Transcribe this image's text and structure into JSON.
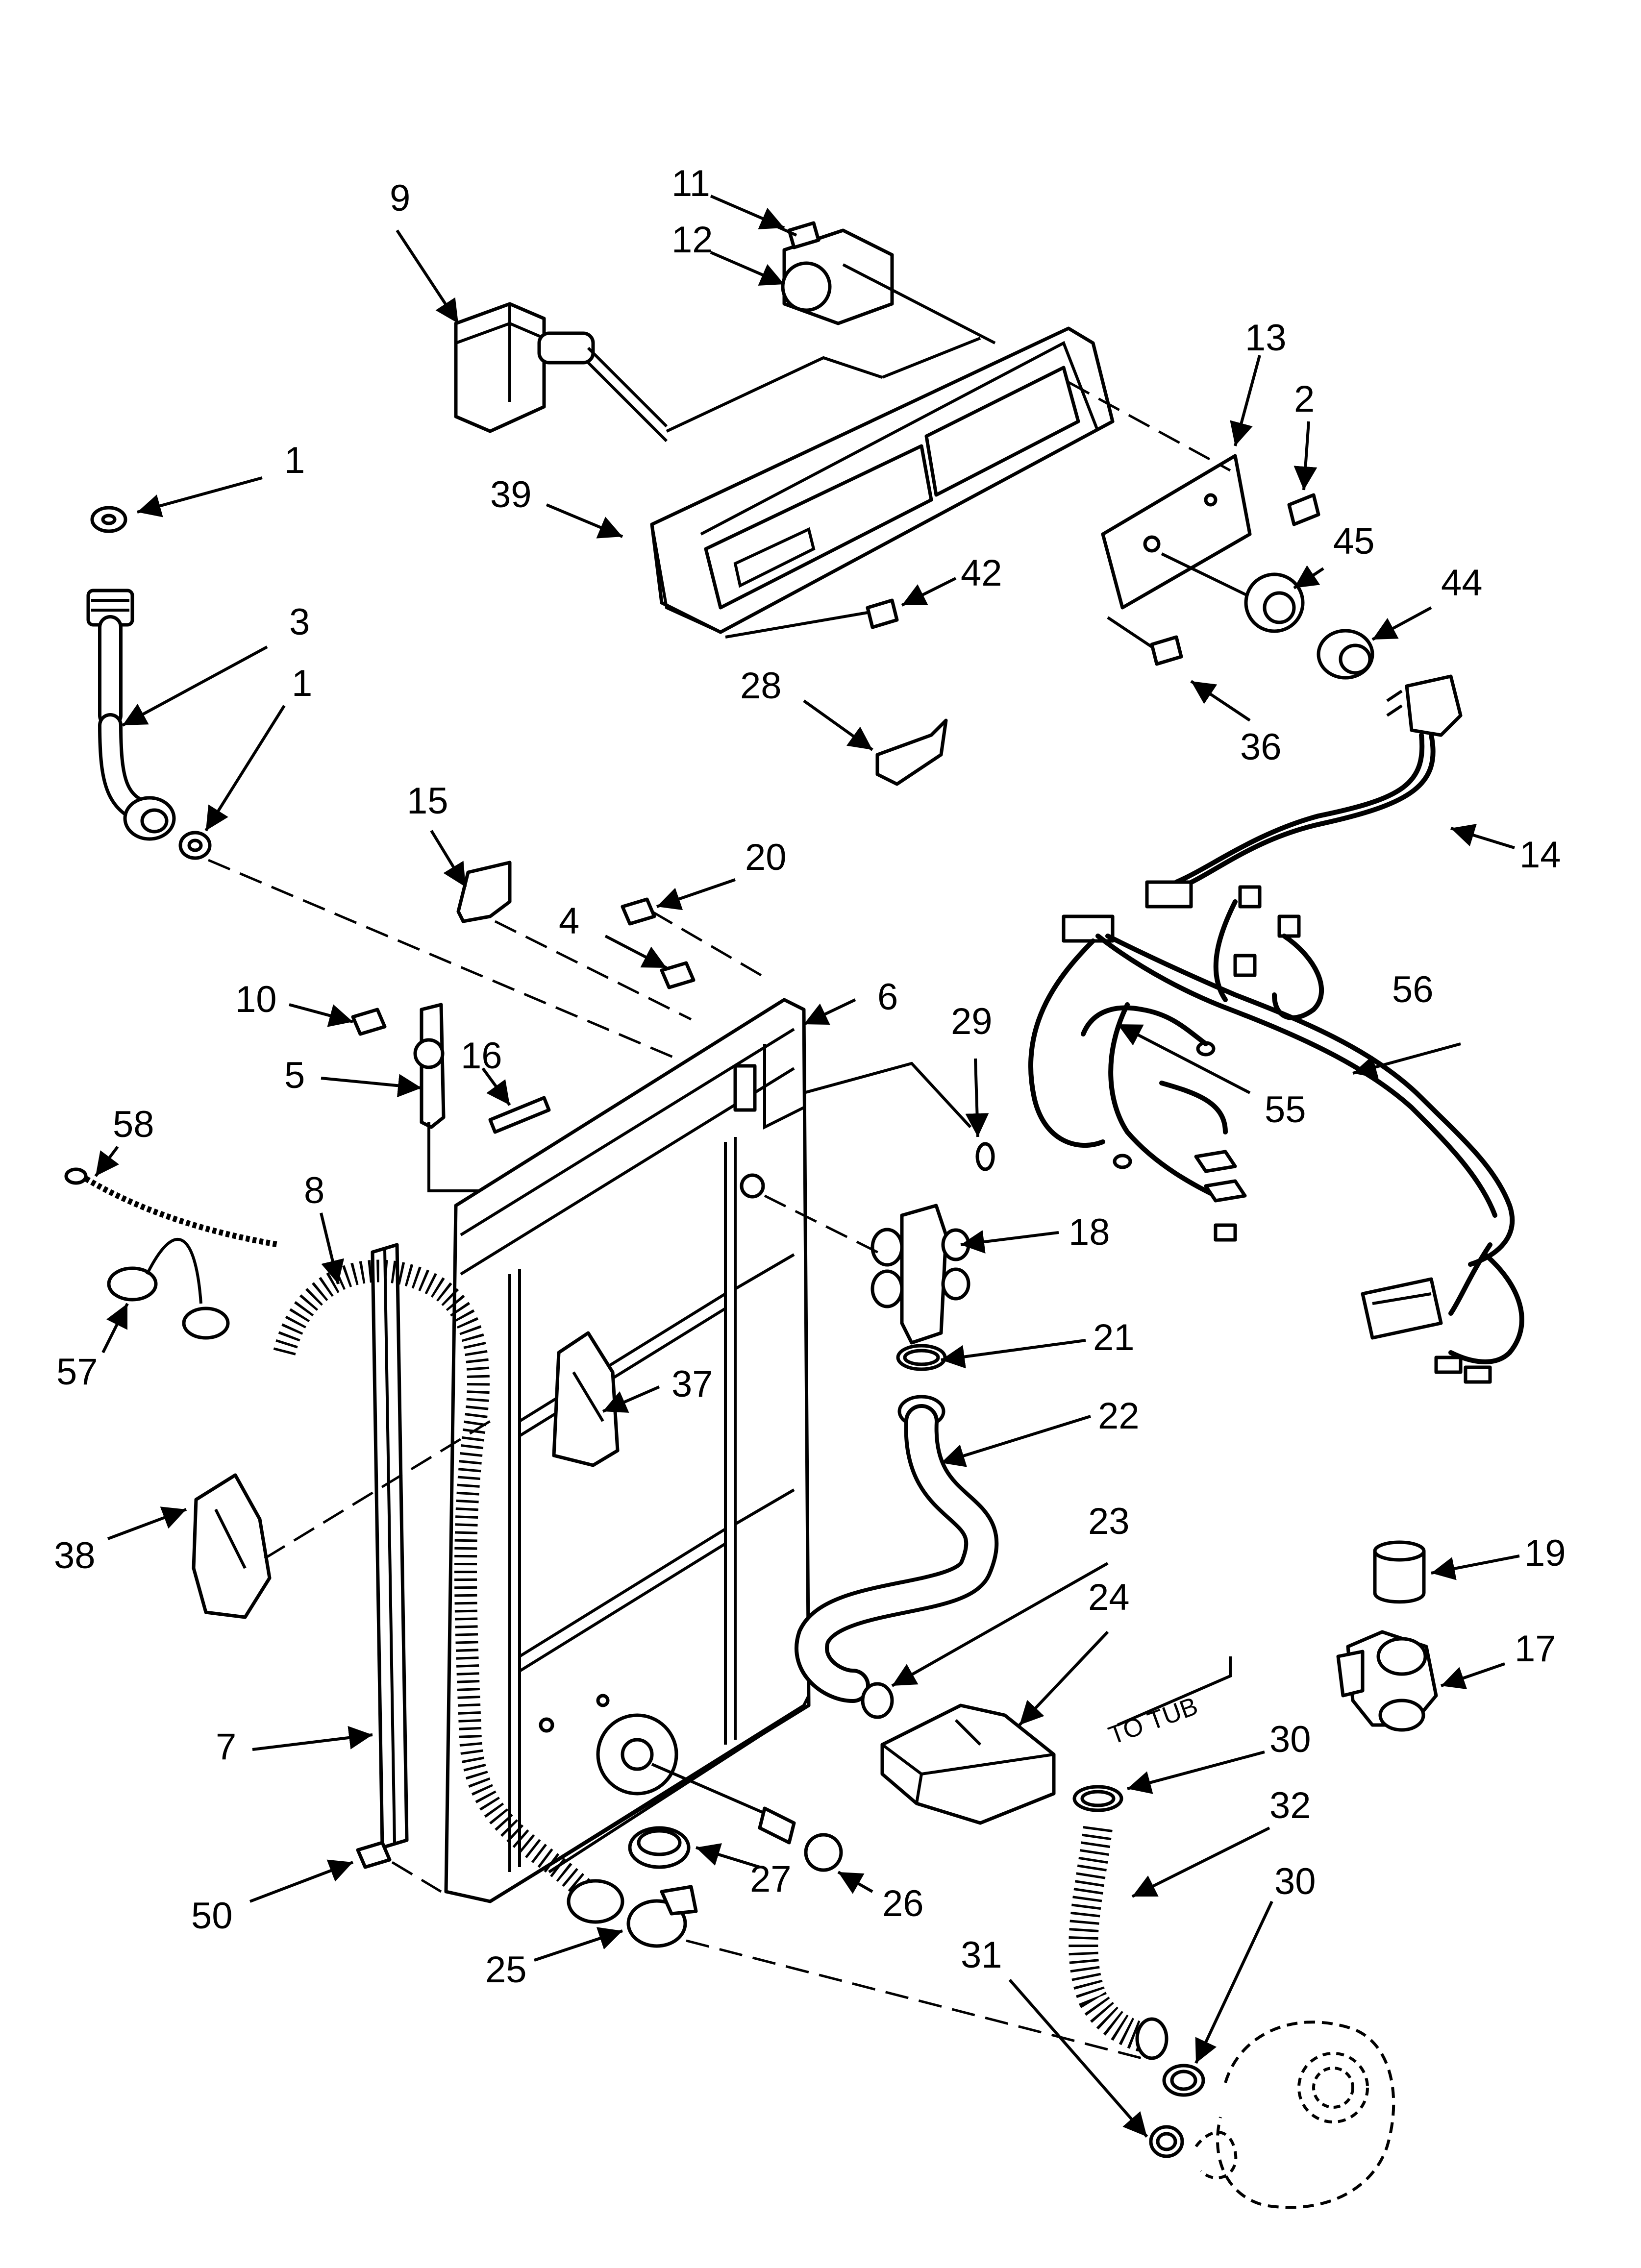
{
  "labels": {
    "p1a": "1",
    "p1b": "1",
    "p2": "2",
    "p3": "3",
    "p4": "4",
    "p5": "5",
    "p6": "6",
    "p7": "7",
    "p8": "8",
    "p9": "9",
    "p10": "10",
    "p11": "11",
    "p12": "12",
    "p13": "13",
    "p14": "14",
    "p15": "15",
    "p16": "16",
    "p17": "17",
    "p18": "18",
    "p19": "19",
    "p20": "20",
    "p21": "21",
    "p22": "22",
    "p23": "23",
    "p24": "24",
    "p25": "25",
    "p26": "26",
    "p27": "27",
    "p28": "28",
    "p29": "29",
    "p30a": "30",
    "p30b": "30",
    "p31": "31",
    "p32": "32",
    "p36": "36",
    "p37": "37",
    "p38": "38",
    "p39": "39",
    "p42": "42",
    "p44": "44",
    "p45": "45",
    "p50": "50",
    "p55": "55",
    "p56": "56",
    "p57": "57",
    "p58": "58"
  },
  "annotations": {
    "to_tub": "TO TUB"
  }
}
